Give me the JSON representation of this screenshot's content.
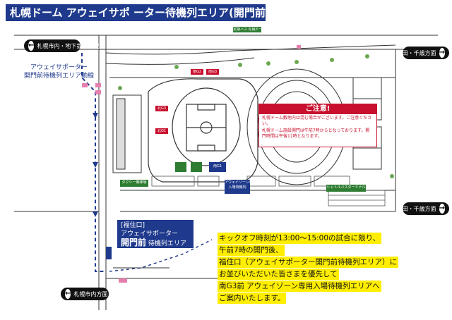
{
  "title": "札幌ドーム アウェイサポ ーター待機列エリア(開門前)",
  "directions": {
    "top_left": "札幌市内・地下鉄福住駅",
    "top_right": "清田・千歳方面",
    "mid_right": "清田・千歳方面",
    "bottom_left": "札幌市内方面"
  },
  "labels": {
    "away_route": [
      "アウェイサポーター",
      "開門前待機列エリア動線"
    ],
    "bus_stop": "定期バス 札幌ドーム",
    "taxi": "タクシー乗降場",
    "shuttle": "シャトルバスターミナル",
    "away_gate": [
      "アウェイゾーン専用",
      "入場待機列"
    ],
    "gates": [
      "南G2",
      "南G3",
      "南G1",
      "北G3",
      "北G1"
    ]
  },
  "queue_box": {
    "line1": "[福住口]",
    "line2": "アウェイサポーター",
    "big": "開門前",
    "line3": "待機列エリア"
  },
  "notice": {
    "heading": "ご注意!",
    "item1": "札幌ドーム敷地内は混む場合がございます。ご注意ください。",
    "item2": "札幌ドーム施設開門は午前7時からとなっております。開門時間は午後11時となります。"
  },
  "info_lines": [
    "キックオフ時刻が13:00〜15:00の試合に限り、",
    "午前7時の開門後、",
    "福住口（アウェイサポーター開門前待機列エリア）に",
    "お並びいただいた皆さまを優先して",
    "南G3前 アウェイゾーン専用入場待機列エリアへ",
    "ご案内いたします。"
  ],
  "colors": {
    "title_bg": "#1f3a8c",
    "route_blue": "#1f3a8c",
    "notice_red": "#c8102e",
    "highlight_yellow": "#ffee00",
    "field_green": "#2e7d32"
  }
}
